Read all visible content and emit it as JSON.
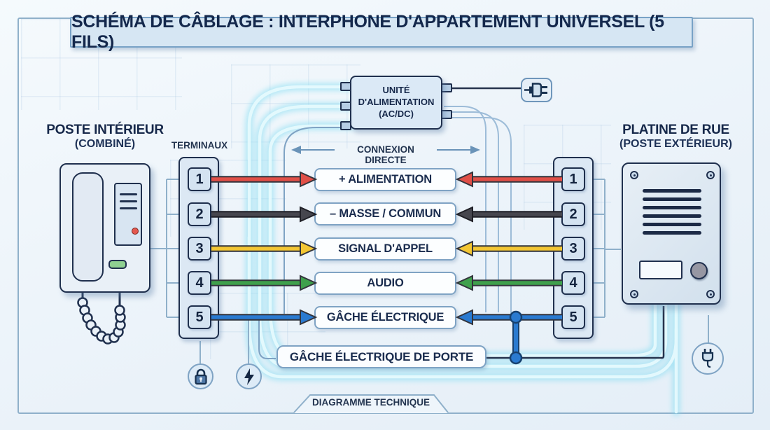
{
  "title": "SCHÉMA DE CÂBLAGE : INTERPHONE D'APPARTEMENT UNIVERSEL (5 FILS)",
  "power_unit": {
    "line1": "UNITÉ",
    "line2": "D'ALIMENTATION",
    "line3": "(AC/DC)"
  },
  "connection_label": "CONNEXION DIRECTE",
  "terminals_label": "TERMINAUX",
  "left_station": {
    "title": "POSTE INTÉRIEUR",
    "subtitle": "(COMBINÉ)"
  },
  "right_station": {
    "title": "PLATINE DE RUE",
    "subtitle": "(POSTE EXTÉRIEUR)"
  },
  "wires": [
    {
      "terminal": "1",
      "label": "+ ALIMENTATION",
      "color": "#e04f47"
    },
    {
      "terminal": "2",
      "label": "– MASSE / COMMUN",
      "color": "#46464e"
    },
    {
      "terminal": "3",
      "label": "SIGNAL D'APPEL",
      "color": "#f3c633"
    },
    {
      "terminal": "4",
      "label": "AUDIO",
      "color": "#3fa04c"
    },
    {
      "terminal": "5",
      "label": "GÂCHE ÉLECTRIQUE",
      "color": "#2a7ad0"
    }
  ],
  "door_strike_label": "GÂCHE ÉLECTRIQUE DE PORTE",
  "footer_label": "DIAGRAMME TECHNIQUE",
  "icons": {
    "top_right": "ac-plug-icon",
    "bottom_left_first": "lock-icon",
    "bottom_left_second": "lightning-icon",
    "bottom_right": "plug-icon"
  },
  "colors": {
    "ink": "#16284a",
    "box_border": "#7fa3c4",
    "dark_line": "#26334d",
    "thin_line": "#8fb0ca",
    "glow": "#7fdcf2",
    "strike_node": "#2a7ad0",
    "banner_bg": "#d6e6f3"
  }
}
